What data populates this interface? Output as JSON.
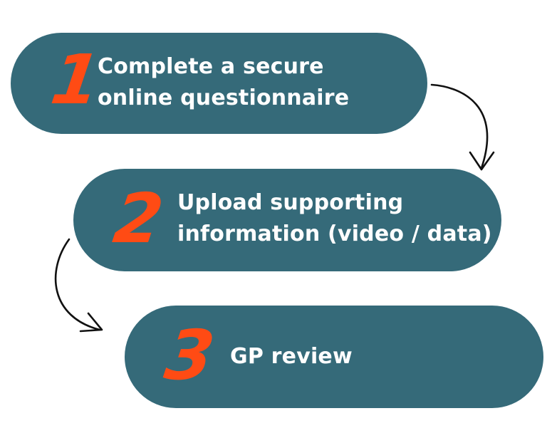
{
  "steps": [
    {
      "number": "1",
      "line1": "Complete a secure",
      "line2": "online questionnaire"
    },
    {
      "number": "2",
      "line1": "Upload supporting",
      "line2": "information (video / data)"
    },
    {
      "number": "3",
      "line1": "GP review"
    }
  ],
  "colors": {
    "pill": "#356a79",
    "number": "#ff4b14",
    "text": "#ffffff",
    "arrow": "#111111"
  }
}
